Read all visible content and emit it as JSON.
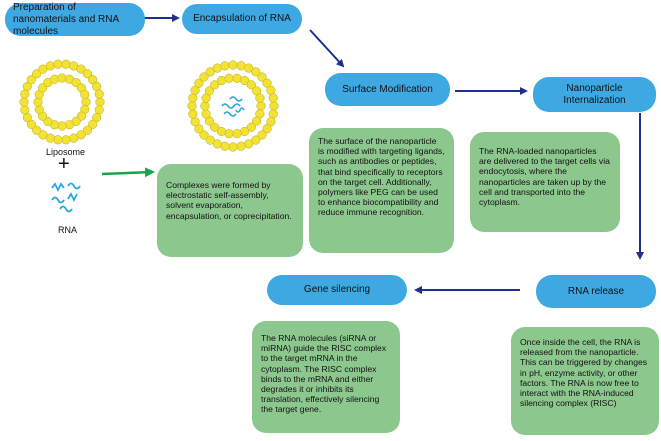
{
  "steps": {
    "preparation": "Preparation of nanomaterials and RNA molecules",
    "encapsulation": "Encapsulation of RNA",
    "surface": "Surface Modification",
    "internalization": "Nanoparticle Internalization",
    "release": "RNA release",
    "silencing": "Gene silencing"
  },
  "descriptions": {
    "complexes": "Complexes were formed by electrostatic self-assembly, solvent evaporation, encapsulation, or coprecipitation.",
    "surface": "The surface of the nanoparticle is modified with targeting ligands, such as antibodies or peptides, that bind specifically to receptors on the target cell. Additionally, polymers like PEG can be used to enhance biocompatibility and reduce immune recognition.",
    "internalization": "The RNA-loaded nanoparticles are delivered to the target cells via endocytosis, where the nanoparticles are taken up by the cell and transported into the cytoplasm.",
    "release": "Once inside the cell, the RNA is released from the nanoparticle. This can be triggered by changes in pH, enzyme activity, or other factors. The RNA is now free to interact with the RNA-induced silencing complex (RISC)",
    "silencing": "The RNA molecules (siRNA or miRNA) guide the RISC complex to the target mRNA in the cytoplasm. The RISC complex binds to the mRNA and either degrades it or inhibits its translation, effectively silencing the target gene."
  },
  "labels": {
    "liposome": "Liposome",
    "plus": "+",
    "rna": "RNA"
  },
  "colors": {
    "step_fill": "#3ea8e3",
    "desc_fill": "#8cc78e",
    "arrow_blue": "#1f2f8f",
    "arrow_green": "#1aa64a",
    "bead": "#f2e234",
    "rna_strand": "#29a8e0"
  }
}
